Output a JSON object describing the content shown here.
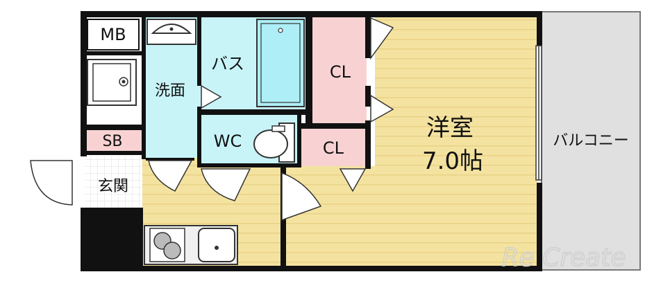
{
  "rooms": {
    "mb": "MB",
    "bath": "バス",
    "closet_upper": "CL",
    "washroom": "洗面",
    "western_room_name": "洋室",
    "western_room_size": "7.0帖",
    "wc": "WC",
    "closet_lower": "CL",
    "shoe_box": "SB",
    "entrance": "玄関",
    "balcony": "バルコニー"
  },
  "watermark": "Re Create",
  "colors": {
    "wall": "#111111",
    "water_area": "#c8f4f8",
    "closet": "#f8d2d2",
    "room_floor": "#f4e3a0",
    "floor_stripe": "#ead288",
    "balcony": "#e0e0e0",
    "shoe_box": "#f8d2d2"
  }
}
